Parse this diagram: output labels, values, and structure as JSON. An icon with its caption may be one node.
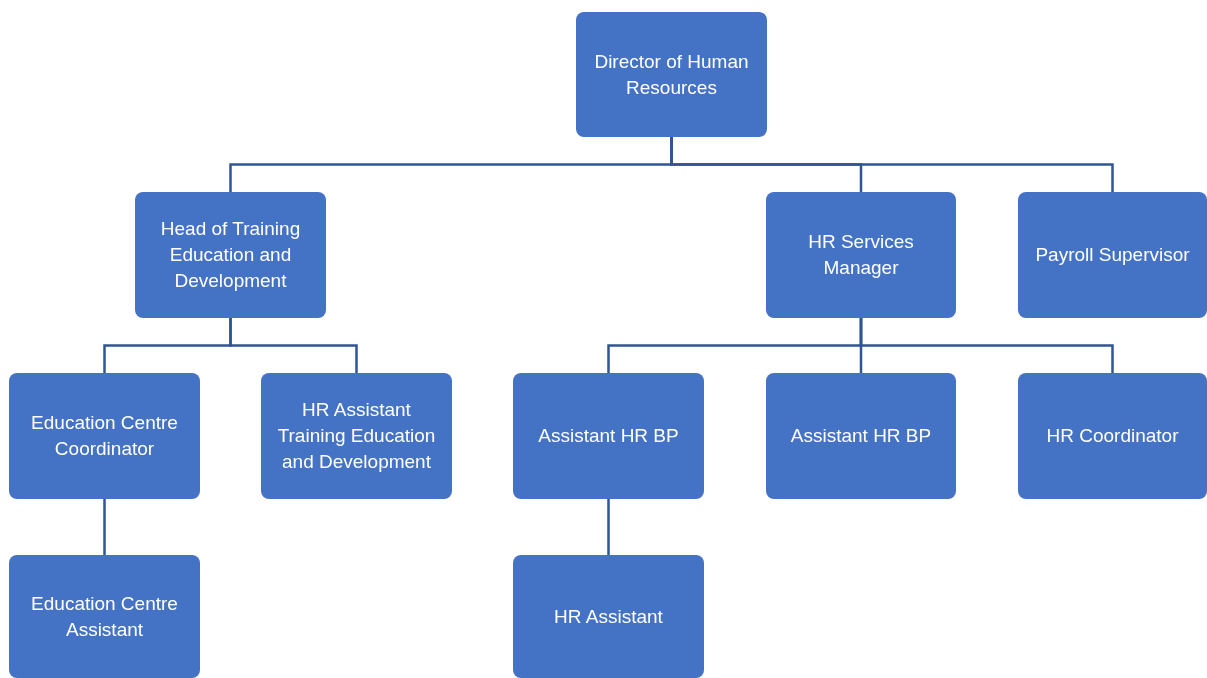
{
  "diagram": {
    "nodes": [
      {
        "text": [
          "Director of Human Resources"
        ]
      },
      {
        "text": [
          "Head of Training Education and Development"
        ]
      },
      {
        "text": [
          "HR Services Manager"
        ]
      },
      {
        "text": [
          "Payroll Supervisor"
        ]
      },
      {
        "text": [
          "Education Centre Coordinator"
        ]
      },
      {
        "text": [
          "HR Assistant Training Education and Development"
        ]
      },
      {
        "text": [
          "Assistant HR BP"
        ]
      },
      {
        "text": [
          "Assistant HR BP"
        ]
      },
      {
        "text": [
          "HR Coordinator"
        ]
      },
      {
        "text": [
          "Education Centre Assistant"
        ]
      },
      {
        "text": [
          "HR Assistant"
        ]
      }
    ],
    "edges": [
      {
        "from": 0,
        "to": 1,
        "arrow": "none"
      },
      {
        "from": 0,
        "to": 2,
        "arrow": "none"
      },
      {
        "from": 0,
        "to": 3,
        "arrow": "none"
      },
      {
        "from": 1,
        "to": 4,
        "arrow": "none"
      },
      {
        "from": 1,
        "to": 5,
        "arrow": "none"
      },
      {
        "from": 2,
        "to": 6,
        "arrow": "none"
      },
      {
        "from": 2,
        "to": 7,
        "arrow": "none"
      },
      {
        "from": 2,
        "to": 8,
        "arrow": "none"
      },
      {
        "from": 4,
        "to": 9,
        "arrow": "none"
      },
      {
        "from": 6,
        "to": 10,
        "arrow": "none"
      }
    ]
  }
}
